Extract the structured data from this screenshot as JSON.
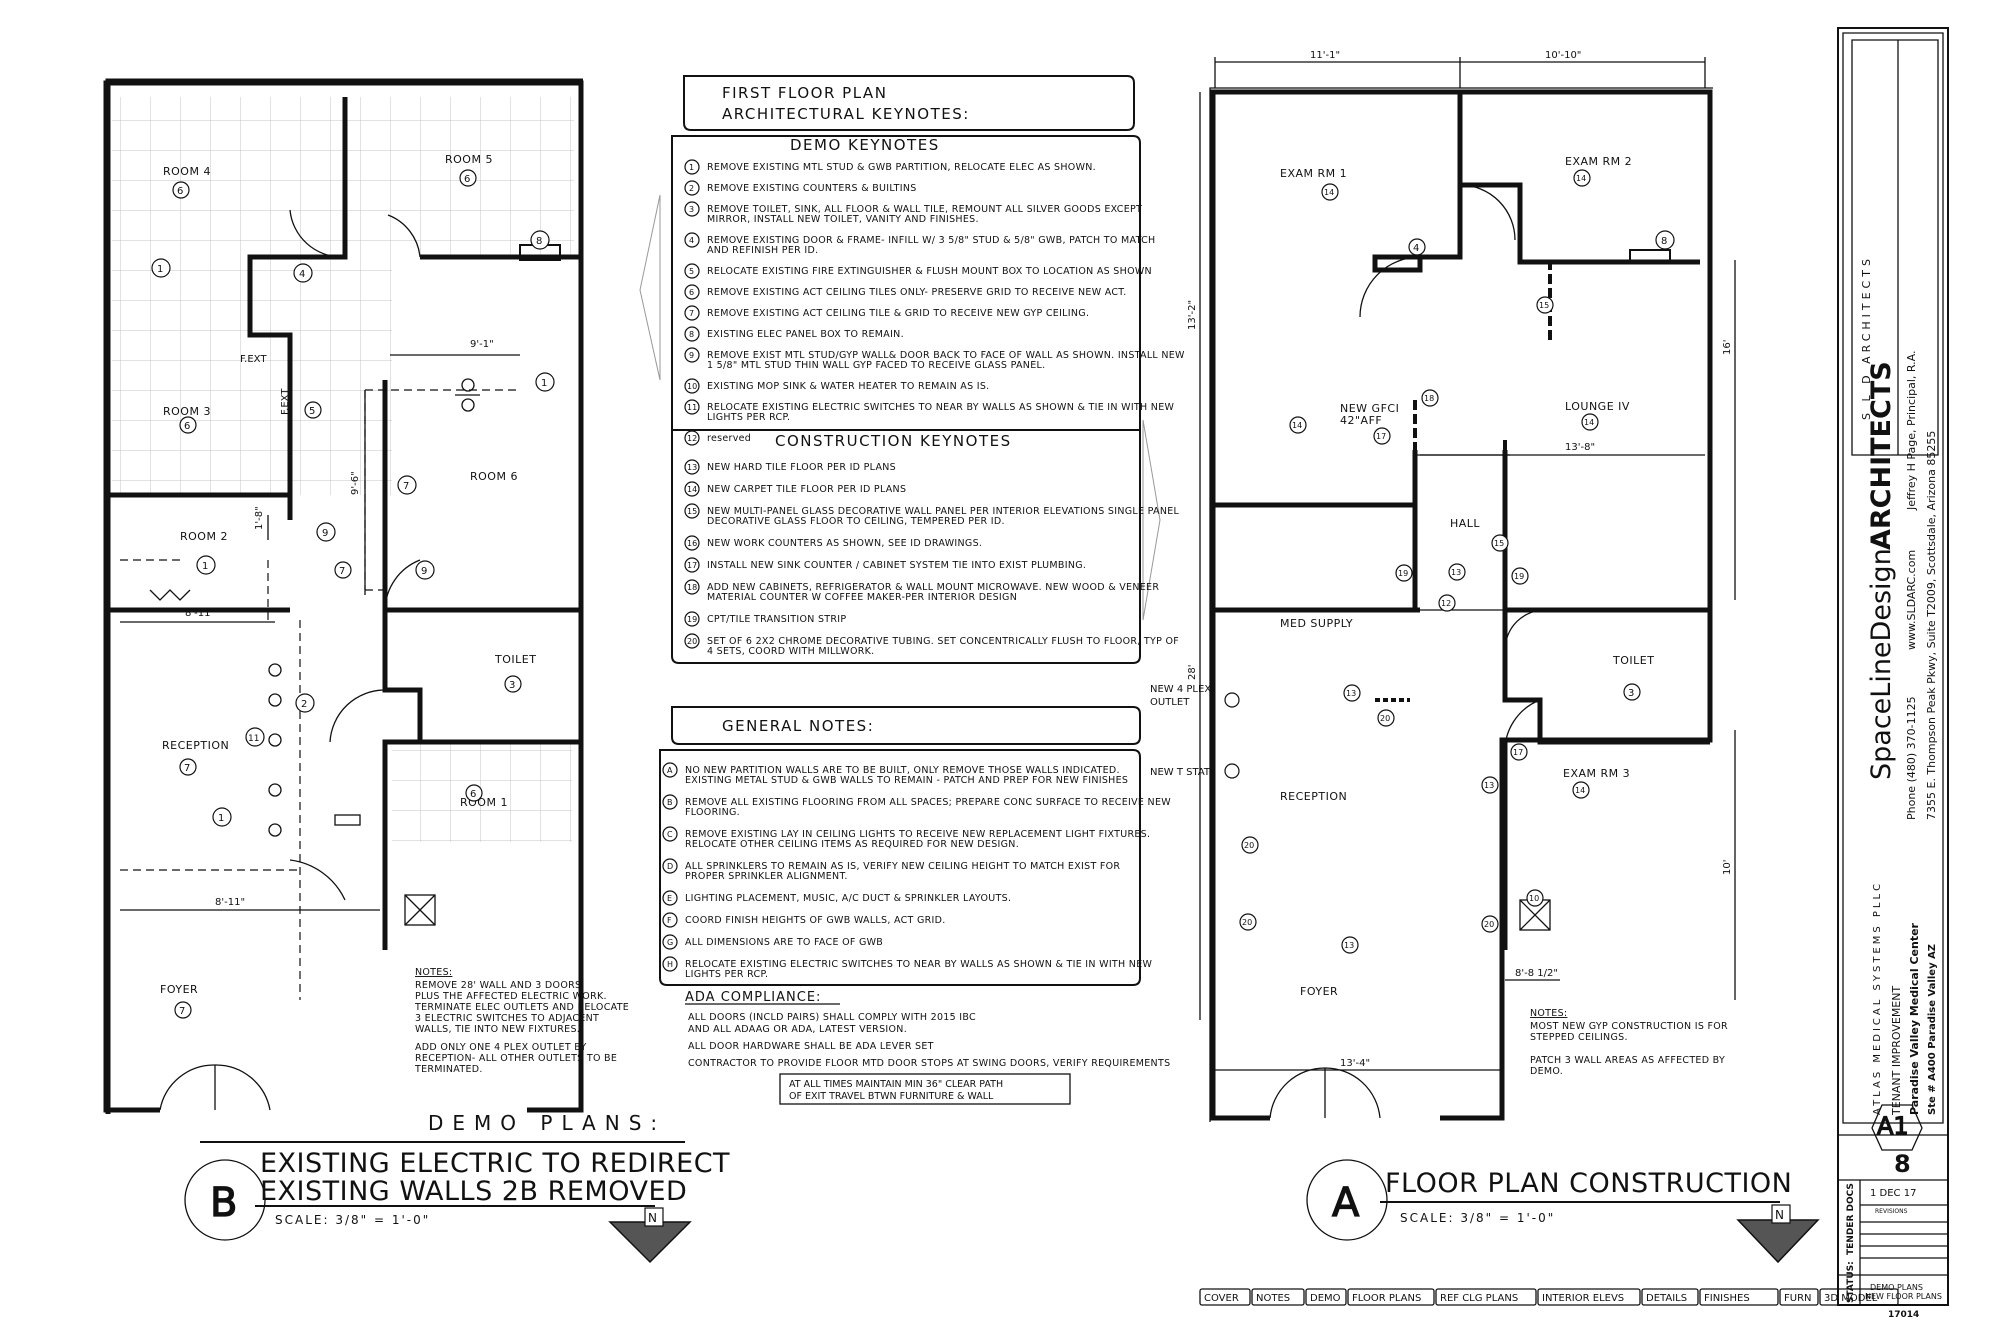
{
  "keynotes_header": {
    "line1": "FIRST FLOOR PLAN",
    "line2": "ARCHITECTURAL KEYNOTES:"
  },
  "demo": {
    "title": "DEMO KEYNOTES",
    "items": [
      {
        "n": "1",
        "text": "REMOVE EXISTING MTL STUD & GWB PARTITION, RELOCATE ELEC AS SHOWN."
      },
      {
        "n": "2",
        "text": "REMOVE EXISTING COUNTERS & BUILTINS"
      },
      {
        "n": "3",
        "text": "REMOVE TOILET, SINK, ALL FLOOR & WALL TILE, REMOUNT ALL SILVER GOODS EXCEPT MIRROR, INSTALL NEW TOILET, VANITY AND FINISHES."
      },
      {
        "n": "4",
        "text": "REMOVE EXISTING DOOR & FRAME- INFILL W/ 3 5/8\" STUD & 5/8\" GWB, PATCH TO MATCH AND REFINISH PER ID."
      },
      {
        "n": "5",
        "text": "RELOCATE EXISTING FIRE EXTINGUISHER & FLUSH MOUNT BOX TO LOCATION AS SHOWN"
      },
      {
        "n": "6",
        "text": "REMOVE EXISTING ACT CEILING TILES ONLY- PRESERVE GRID TO RECEIVE NEW ACT."
      },
      {
        "n": "7",
        "text": "REMOVE EXISTING ACT CEILING TILE & GRID TO RECEIVE NEW GYP CEILING."
      },
      {
        "n": "8",
        "text": "EXISTING ELEC PANEL BOX TO REMAIN."
      },
      {
        "n": "9",
        "text": "REMOVE EXIST MTL STUD/GYP WALL& DOOR BACK TO FACE OF WALL AS SHOWN. INSTALL NEW 1 5/8\" MTL STUD THIN WALL GYP FACED TO RECEIVE GLASS PANEL."
      },
      {
        "n": "10",
        "text": "EXISTING MOP SINK & WATER HEATER TO REMAIN AS IS."
      },
      {
        "n": "11",
        "text": "RELOCATE EXISTING ELECTRIC SWITCHES TO NEAR BY WALLS AS SHOWN & TIE IN WITH NEW LIGHTS PER RCP."
      },
      {
        "n": "12",
        "text": "reserved"
      }
    ]
  },
  "construction": {
    "title": "CONSTRUCTION KEYNOTES",
    "items": [
      {
        "n": "13",
        "text": "NEW HARD TILE FLOOR PER ID PLANS"
      },
      {
        "n": "14",
        "text": "NEW CARPET TILE FLOOR PER ID PLANS"
      },
      {
        "n": "15",
        "text": "NEW MULTI-PANEL GLASS DECORATIVE WALL PANEL PER INTERIOR ELEVATIONS SINGLE PANEL DECORATIVE GLASS FLOOR TO CEILING, TEMPERED PER ID."
      },
      {
        "n": "16",
        "text": "NEW WORK COUNTERS AS SHOWN, SEE ID DRAWINGS."
      },
      {
        "n": "17",
        "text": "INSTALL NEW SINK COUNTER / CABINET SYSTEM TIE INTO EXIST PLUMBING."
      },
      {
        "n": "18",
        "text": "ADD NEW CABINETS, REFRIGERATOR & WALL MOUNT MICROWAVE. NEW WOOD & VENEER MATERIAL COUNTER W COFFEE MAKER-PER INTERIOR DESIGN"
      },
      {
        "n": "19",
        "text": "CPT/TILE TRANSITION STRIP"
      },
      {
        "n": "20",
        "text": "SET OF 6 2X2 CHROME DECORATIVE TUBING. SET CONCENTRICALLY FLUSH TO FLOOR, TYP OF 4 SETS, COORD WITH MILLWORK."
      }
    ]
  },
  "general": {
    "title": "GENERAL NOTES:",
    "items": [
      {
        "n": "A",
        "text": "NO NEW PARTITION WALLS ARE TO BE BUILT, ONLY REMOVE THOSE WALLS INDICATED. EXISTING METAL STUD & GWB WALLS TO REMAIN - PATCH AND PREP FOR NEW FINISHES"
      },
      {
        "n": "B",
        "text": "REMOVE ALL EXISTING FLOORING FROM ALL SPACES; PREPARE CONC SURFACE TO RECEIVE NEW FLOORING."
      },
      {
        "n": "C",
        "text": "REMOVE EXISTING LAY IN CEILING LIGHTS TO RECEIVE NEW REPLACEMENT LIGHT FIXTURES. RELOCATE OTHER CEILING ITEMS AS REQUIRED FOR NEW DESIGN."
      },
      {
        "n": "D",
        "text": "ALL SPRINKLERS TO REMAIN AS IS, VERIFY NEW CEILING HEIGHT TO MATCH EXIST FOR PROPER SPRINKLER ALIGNMENT."
      },
      {
        "n": "E",
        "text": "LIGHTING PLACEMENT, MUSIC, A/C DUCT & SPRINKLER LAYOUTS."
      },
      {
        "n": "F",
        "text": "COORD FINISH HEIGHTS OF GWB WALLS, ACT GRID."
      },
      {
        "n": "G",
        "text": "ALL DIMENSIONS ARE TO FACE OF GWB"
      },
      {
        "n": "H",
        "text": "RELOCATE EXISTING ELECTRIC SWITCHES TO NEAR BY WALLS AS SHOWN & TIE IN WITH NEW LIGHTS PER RCP."
      }
    ]
  },
  "ada": {
    "title": "ADA COMPLIANCE:",
    "lines": [
      "ALL DOORS (INCLD PAIRS) SHALL COMPLY WITH 2015 IBC",
      "AND ALL ADAAG OR ADA, LATEST VERSION.",
      "ALL DOOR HARDWARE SHALL BE ADA LEVER SET",
      "CONTRACTOR TO PROVIDE FLOOR MTD DOOR STOPS AT SWING DOORS, VERIFY REQUIREMENTS"
    ],
    "box_line1": "AT ALL TIMES MAINTAIN MIN 36\" CLEAR PATH",
    "box_line2": "OF EXIT TRAVEL BTWN FURNITURE & WALL"
  },
  "demo_plan": {
    "rooms": {
      "room4": "ROOM 4",
      "room5": "ROOM 5",
      "room3": "ROOM 3",
      "room6": "ROOM 6",
      "room2": "ROOM 2",
      "toilet": "TOILET",
      "reception": "RECEPTION",
      "room1": "ROOM 1",
      "foyer": "FOYER"
    },
    "dims": {
      "d1": "9'-1\"",
      "d2": "9'-6\"",
      "d3": "8'-11\"",
      "d4": "8'-11\"",
      "d5": "1'-8\""
    },
    "fext": "F.EXT",
    "notes_title": "NOTES:",
    "notes": [
      "REMOVE 28' WALL AND 3 DOORS",
      "PLUS THE AFFECTED ELECTRIC WORK.",
      "TERMINATE ELEC OUTLETS AND RELOCATE",
      "3 ELECTRIC SWITCHES TO ADJACENT",
      "WALLS, TIE INTO NEW FIXTURES.",
      "",
      "ADD ONLY ONE 4 PLEX OUTLET BY",
      "RECEPTION- ALL OTHER OUTLETS TO BE",
      "TERMINATED."
    ],
    "title_small": "DEMO PLANS:",
    "title_line1": "EXISTING ELECTRIC TO REDIRECT",
    "title_line2": "EXISTING WALLS 2B REMOVED",
    "scale": "SCALE: 3/8\" = 1'-0\"",
    "letter": "B",
    "north": "N"
  },
  "const_plan": {
    "rooms": {
      "exam1": "EXAM RM 1",
      "exam2": "EXAM RM 2",
      "gfci": "NEW GFCI",
      "gfci2": "42\"AFF",
      "lounge": "LOUNGE IV",
      "hall": "HALL",
      "med": "MED SUPPLY",
      "toilet": "TOILET",
      "exam3": "EXAM RM 3",
      "reception": "RECEPTION",
      "foyer": "FOYER"
    },
    "dims": {
      "top1": "11'-1\"",
      "top2": "10'-10\"",
      "left1": "13'-2\"",
      "left2": "28'",
      "mid": "13'-8\"",
      "right1": "16'",
      "right2": "10'",
      "bot1": "8'-8 1/2\"",
      "bot2": "13'-4\""
    },
    "outlet1": "NEW 4 PLEX",
    "outlet2": "OUTLET",
    "tstat": "NEW T STAT",
    "notes_title": "NOTES:",
    "notes": [
      "MOST NEW GYP CONSTRUCTION IS FOR",
      "STEPPED CEILINGS.",
      "",
      "PATCH 3 WALL AREAS AS AFFECTED BY",
      "DEMO."
    ],
    "title": "FLOOR PLAN CONSTRUCTION",
    "scale": "SCALE: 3/8\" = 1'-0\"",
    "letter": "A",
    "north": "N"
  },
  "tabs": [
    "COVER",
    "NOTES",
    "DEMO",
    "FLOOR PLANS",
    "REF CLG PLANS",
    "INTERIOR ELEVS",
    "DETAILS",
    "FINISHES",
    "FURN",
    "3D MODEL"
  ],
  "title_block": {
    "firm_light": "SpaceLineDesign",
    "firm_bold": "ARCHITECTS",
    "sld": "S L D ARCHITECTS",
    "phone": "Phone (480) 370-1125",
    "web": "www.SLDARC.com",
    "principal": "Jeffrey H Page, Principal, R.A.",
    "address": "7355 E. Thompson Peak Pkwy, Suite T2009, Scottsdale, Arizona 85255",
    "client": "ATLAS MEDICAL SYSTEMS PLLC",
    "project_type": "TENANT IMPROVEMENT",
    "project": "Paradise Valley Medical Center",
    "suite": "Ste # A400 Paradise Valley AZ",
    "sheet": "A1",
    "sheet_of": "8",
    "date": "1 DEC 17",
    "revisions": "REVISIONS",
    "desc1": "DEMO PLANS",
    "desc2": "NEW FLOOR PLANS",
    "project_no": "17014",
    "status": "STATUS:",
    "tender": "TENDER DOCS"
  }
}
